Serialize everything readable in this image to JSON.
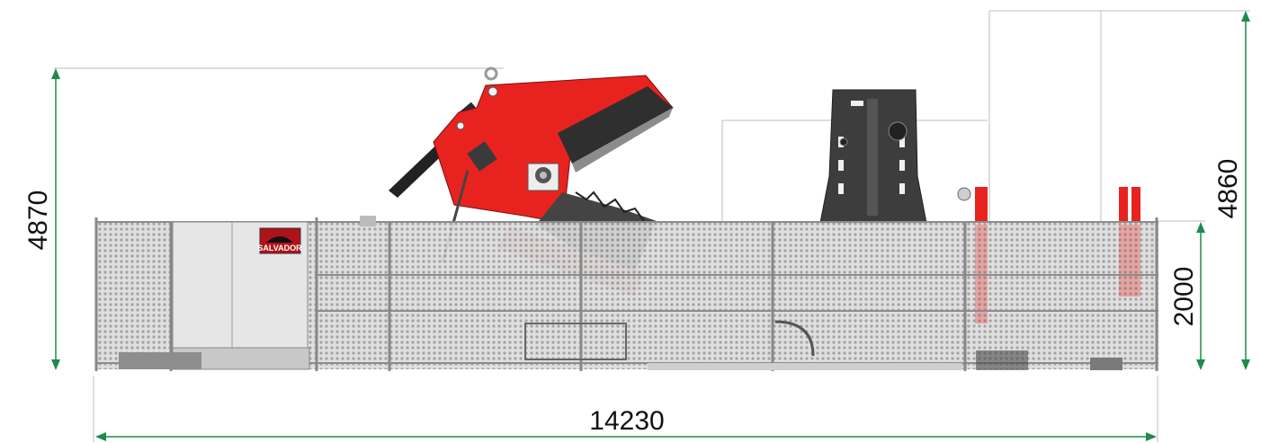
{
  "dimensions": {
    "overall_length": "14230",
    "overall_height": "4870",
    "max_height": "4860",
    "fence_height": "2000"
  },
  "logo": {
    "text": "SALVADOR"
  },
  "colors": {
    "accent_red": "#e8231f",
    "dim_arrow": "#1f8a4c",
    "mesh": "#d4d4d4",
    "cabinet": "#e7e7e7",
    "dark_steel": "#3a3a3a"
  }
}
